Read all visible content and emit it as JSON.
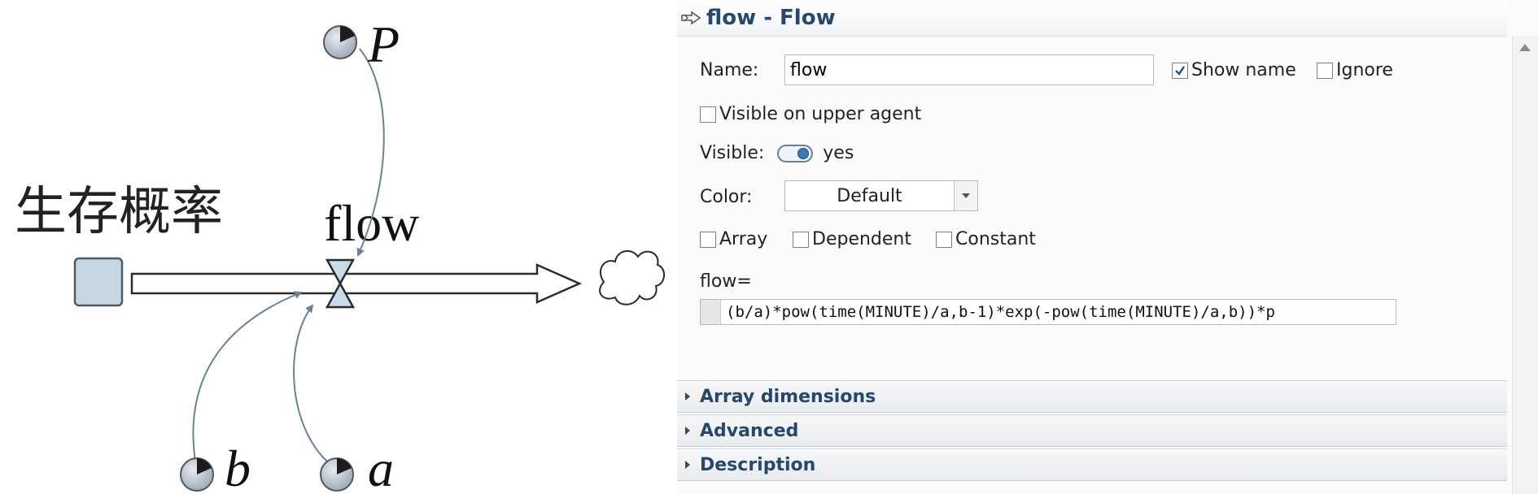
{
  "diagram": {
    "stock_label": "生存概率",
    "flow_label": "flow",
    "params": {
      "p": "P",
      "b": "b",
      "a": "a"
    }
  },
  "panel": {
    "header_title": "flow - Flow",
    "header_icon": "flow-icon",
    "name_label": "Name:",
    "name_value": "flow",
    "show_name_label": "Show name",
    "show_name_checked": true,
    "ignore_label": "Ignore",
    "ignore_checked": false,
    "visible_upper_label": "Visible on upper agent",
    "visible_upper_checked": false,
    "visible_label": "Visible:",
    "visible_value": "yes",
    "color_label": "Color:",
    "color_value": "Default",
    "array_label": "Array",
    "dependent_label": "Dependent",
    "constant_label": "Constant",
    "formula_label": "flow=",
    "formula_value": "(b/a)*pow(time(MINUTE)/a,b-1)*exp(-pow(time(MINUTE)/a,b))*p",
    "sections": [
      "Array dimensions",
      "Advanced",
      "Description"
    ]
  },
  "colors": {
    "accent_title": "#27476b",
    "stock_fill": "#c5d6e2",
    "valve_fill": "#c9dcea"
  }
}
